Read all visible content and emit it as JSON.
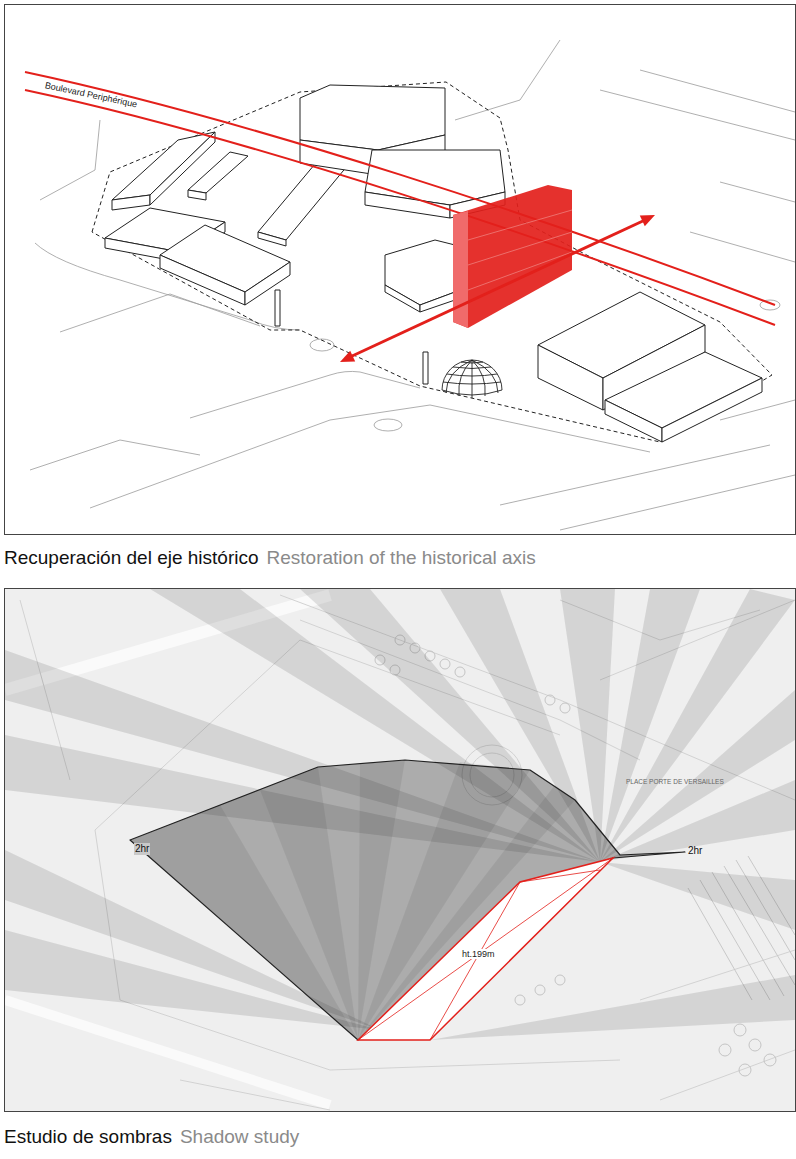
{
  "diagram": {
    "labels": [
      "Boulevard Periphérique",
      "Recuperación del eje histórico",
      "Restoration of the historical axis",
      "Estudio de sombras",
      "Shadow study",
      "2hr",
      "2hr",
      "ht.199m",
      "PLACE PORTE DE VERSAILLES"
    ]
  }
}
